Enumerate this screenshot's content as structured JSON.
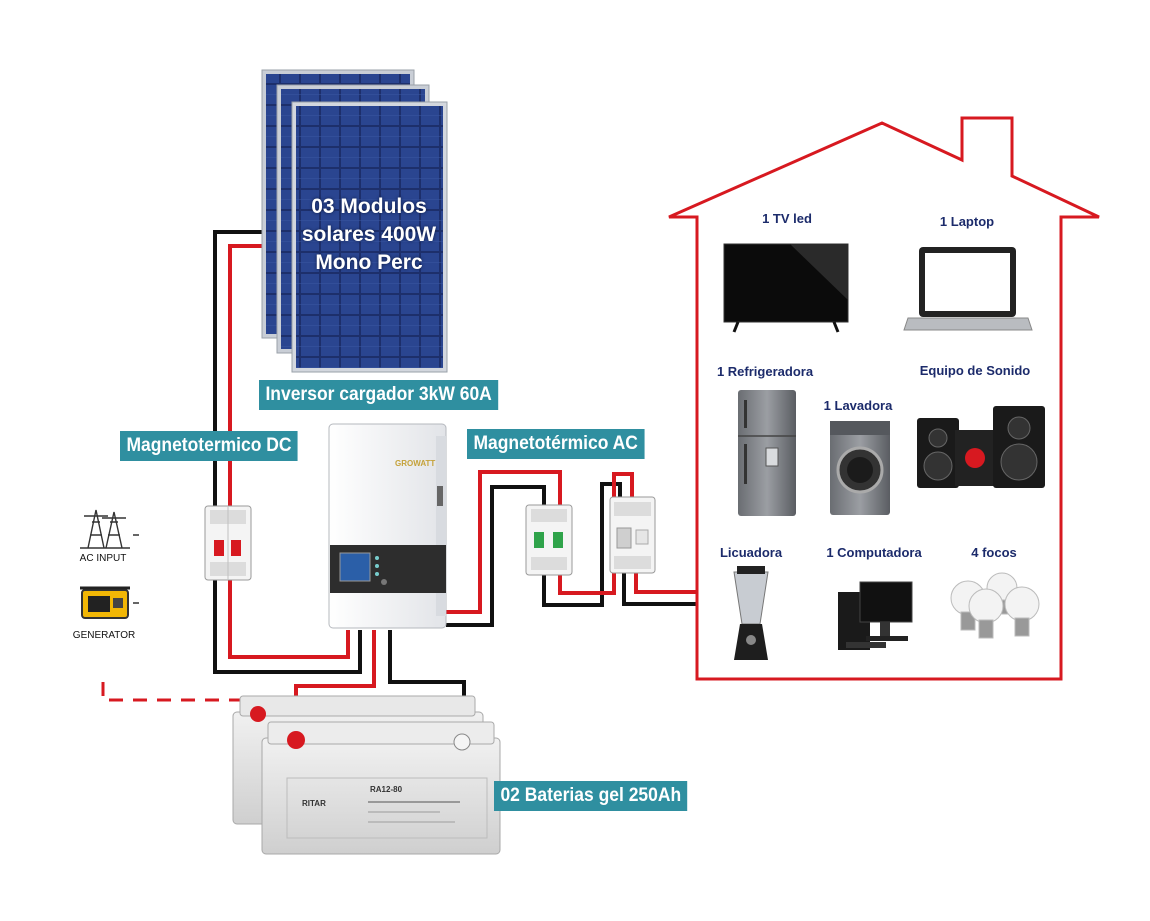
{
  "diagram": {
    "panels_label": [
      "03 Modulos",
      "solares 400W",
      "Mono Perc"
    ],
    "inverter_label": "Inversor cargador 3kW 60A",
    "inverter_brand": "GROWATT",
    "dc_breaker_label": "Magnetotermico DC",
    "ac_breaker_label": "Magnetotérmico AC",
    "battery_label": "02 Baterias gel 250Ah",
    "battery_model": "RA12-80",
    "battery_brand": "RITAR",
    "ac_input_label": "AC INPUT",
    "generator_label": "GENERATOR",
    "appliances": {
      "tv": "1 TV led",
      "laptop": "1 Laptop",
      "fridge": "1 Refrigeradora",
      "washer": "1 Lavadora",
      "sound": "Equipo de Sonido",
      "blender": "Licuadora",
      "computer": "1 Computadora",
      "bulbs": "4 focos"
    },
    "colors": {
      "wire_positive": "#d71920",
      "wire_negative": "#111111",
      "house_outline": "#d71920",
      "label_bg": "#2f8fa0",
      "appliance_text": "#1c2b6b"
    }
  }
}
